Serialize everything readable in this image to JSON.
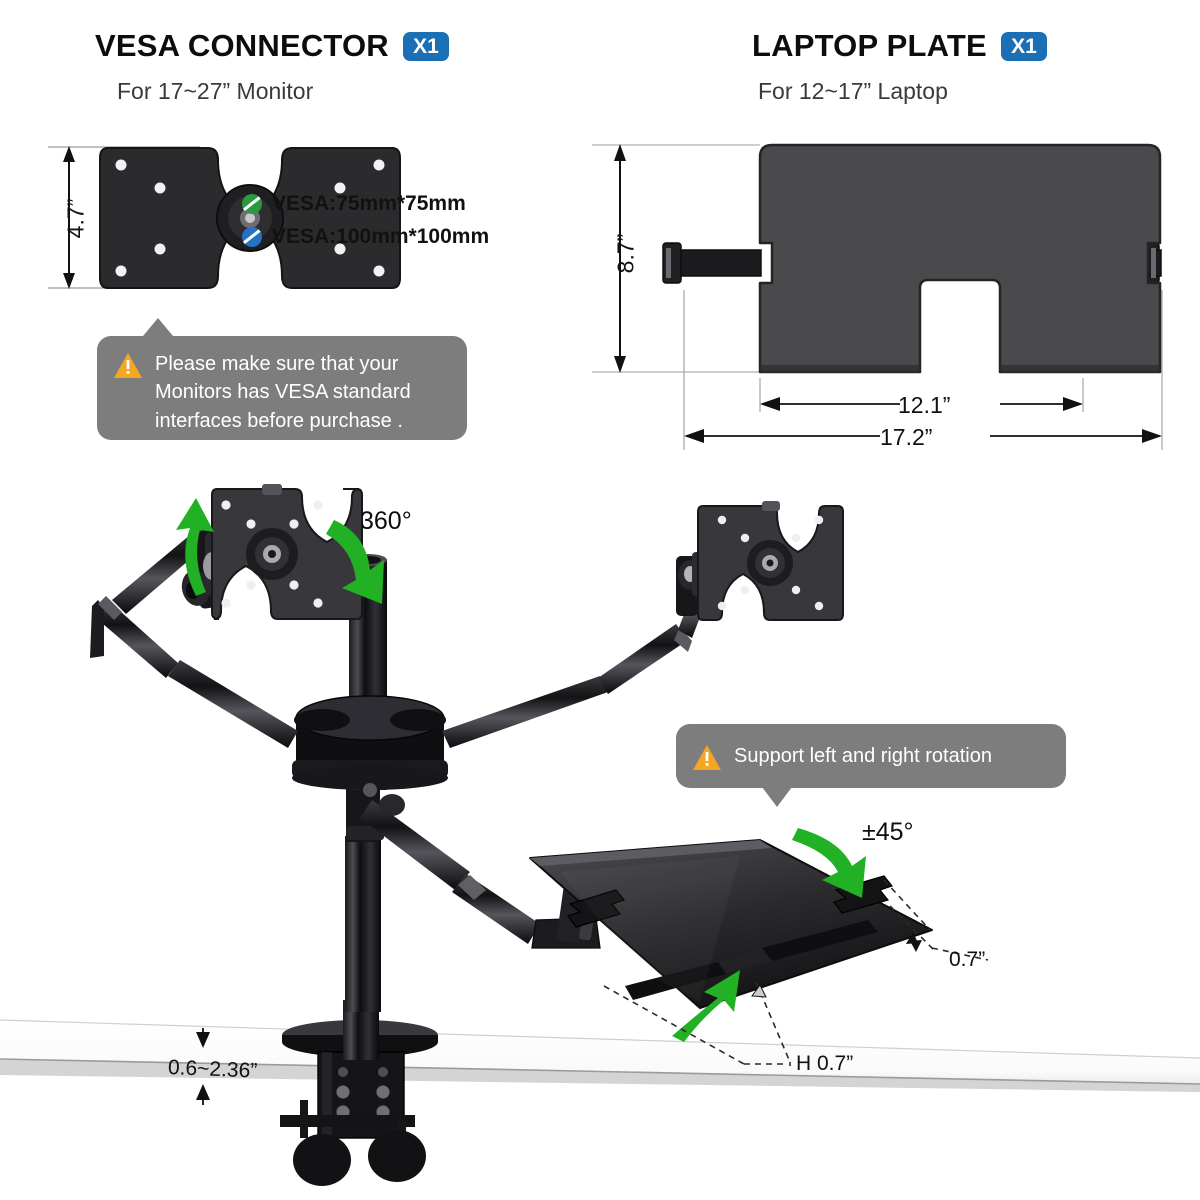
{
  "sections": {
    "vesa": {
      "title": "VESA CONNECTOR",
      "qty": "X1",
      "subtitle": "For 17~27” Monitor",
      "height_dim": "4.7”",
      "specs": [
        {
          "label": "VESA:75mm*75mm",
          "color": "#2a9942",
          "marker": "vesa-75-dot"
        },
        {
          "label": "VESA:100mm*100mm",
          "color": "#2372c4",
          "marker": "vesa-100-dot"
        }
      ]
    },
    "laptop": {
      "title": "LAPTOP PLATE",
      "qty": "X1",
      "subtitle": "For 12~17” Laptop",
      "height_dim": "8.7”",
      "inner_width_dim": "12.1”",
      "outer_width_dim": "17.2”"
    }
  },
  "callouts": [
    {
      "id": "vesa-warning",
      "icon": "warning-triangle-icon",
      "text": "Please make sure that your Monitors has VESA standard interfaces before purchase ."
    },
    {
      "id": "rotation-note",
      "icon": "warning-triangle-icon",
      "text": "Support left and right rotation"
    }
  ],
  "annotations": {
    "rotation_360": "360°",
    "tilt_45": "±45°",
    "tray_lip": "0.7”",
    "tray_height": "H 0.7”",
    "clamp_range": "0.6~2.36”"
  },
  "colors": {
    "badge_blue": "#1a6fb5",
    "callout_gray": "#7d7d7d",
    "warning_orange": "#f5a623",
    "arrow_green": "#22b024",
    "hardware_black": "#151515",
    "plate_gray": "#4a4a4c",
    "desk_white": "#f7f7f7"
  }
}
